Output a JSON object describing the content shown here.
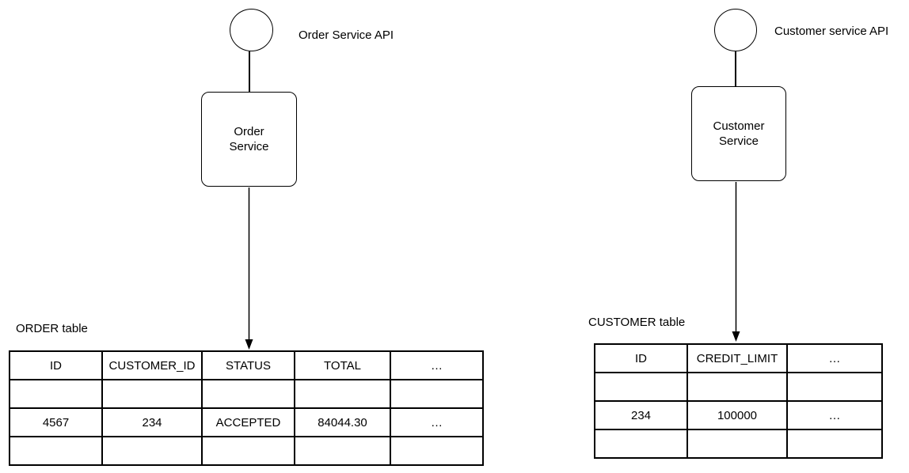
{
  "order": {
    "api_label": "Order Service API",
    "service_name": "Order\nService",
    "table_title": "ORDER table",
    "table": {
      "columns": [
        "ID",
        "CUSTOMER_ID",
        "STATUS",
        "TOTAL",
        "…"
      ],
      "rows": [
        [
          "",
          "",
          "",
          "",
          ""
        ],
        [
          "4567",
          "234",
          "ACCEPTED",
          "84044.30",
          "…"
        ],
        [
          "",
          "",
          "",
          "",
          ""
        ]
      ]
    }
  },
  "customer": {
    "api_label": "Customer service API",
    "service_name": "Customer\nService",
    "table_title": "CUSTOMER table",
    "table": {
      "columns": [
        "ID",
        "CREDIT_LIMIT",
        "…"
      ],
      "rows": [
        [
          "",
          "",
          ""
        ],
        [
          "234",
          "100000",
          "…"
        ],
        [
          "",
          "",
          ""
        ]
      ]
    }
  },
  "colors": {
    "background": "#ffffff",
    "stroke": "#000000",
    "text": "#000000"
  }
}
